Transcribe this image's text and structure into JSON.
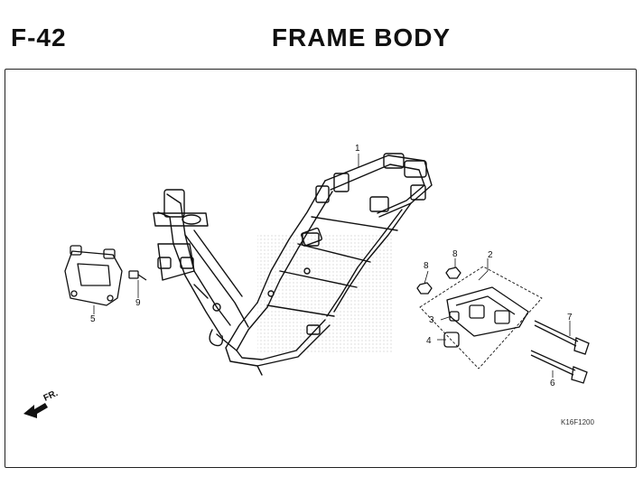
{
  "header": {
    "page_number": "F-42",
    "title": "FRAME BODY"
  },
  "callouts": {
    "frame": "1",
    "bracket_assembly": "2",
    "collar": "3",
    "bushing": "4",
    "seat_bracket": "5",
    "lower_bolt": "6",
    "upper_bolt": "7",
    "nut_a": "8",
    "nut_b": "8",
    "side_bolt": "9"
  },
  "direction_label": "FR.",
  "drawing_code": "K16F1200"
}
